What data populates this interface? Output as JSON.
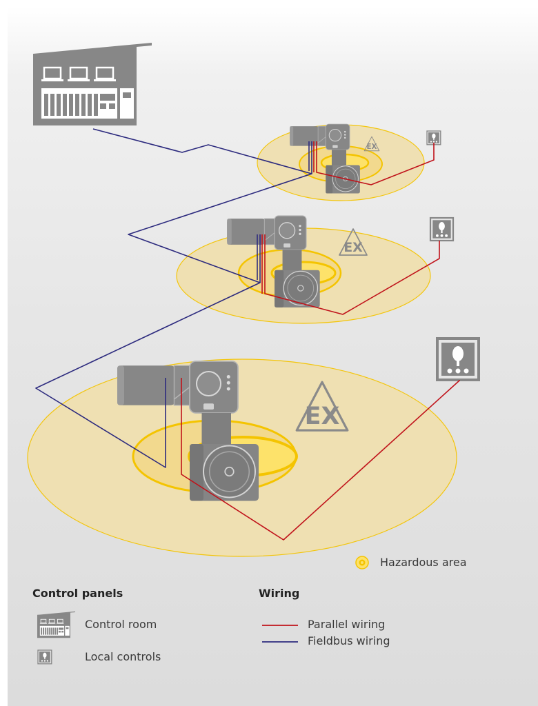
{
  "diagram": {
    "hazard_symbol_text": "EX",
    "legend": {
      "hazardous_area": "Hazardous area",
      "control_panels": {
        "title": "Control panels",
        "items": [
          "Control room",
          "Local controls"
        ]
      },
      "wiring": {
        "title": "Wiring",
        "items": [
          "Parallel wiring",
          "Fieldbus wiring"
        ]
      }
    },
    "colors": {
      "background": "#e2e2e2",
      "equipment": "#878787",
      "zone_fill": "#f0e0b0",
      "zone_stroke": "#f4c400",
      "zone_core": "#fde26a",
      "parallel_wiring": "#c0121a",
      "fieldbus_wiring": "#2c2a7e"
    }
  }
}
